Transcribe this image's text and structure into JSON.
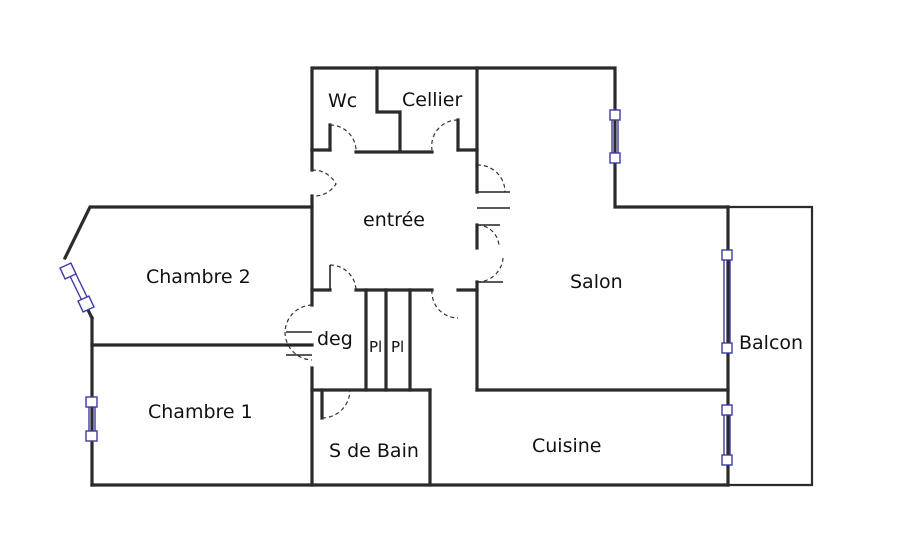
{
  "rooms": {
    "wc": "Wc",
    "cellier": "Cellier",
    "entree": "entrée",
    "chambre2": "Chambre 2",
    "salon": "Salon",
    "deg": "deg",
    "placard1": "Pl",
    "placard2": "Pl",
    "balcon": "Balcon",
    "chambre1": "Chambre 1",
    "sdb": "S de Bain",
    "cuisine": "Cuisine"
  },
  "colors": {
    "wall": "#2b2b2b",
    "window": "#3a3aa8",
    "background": "#ffffff"
  }
}
